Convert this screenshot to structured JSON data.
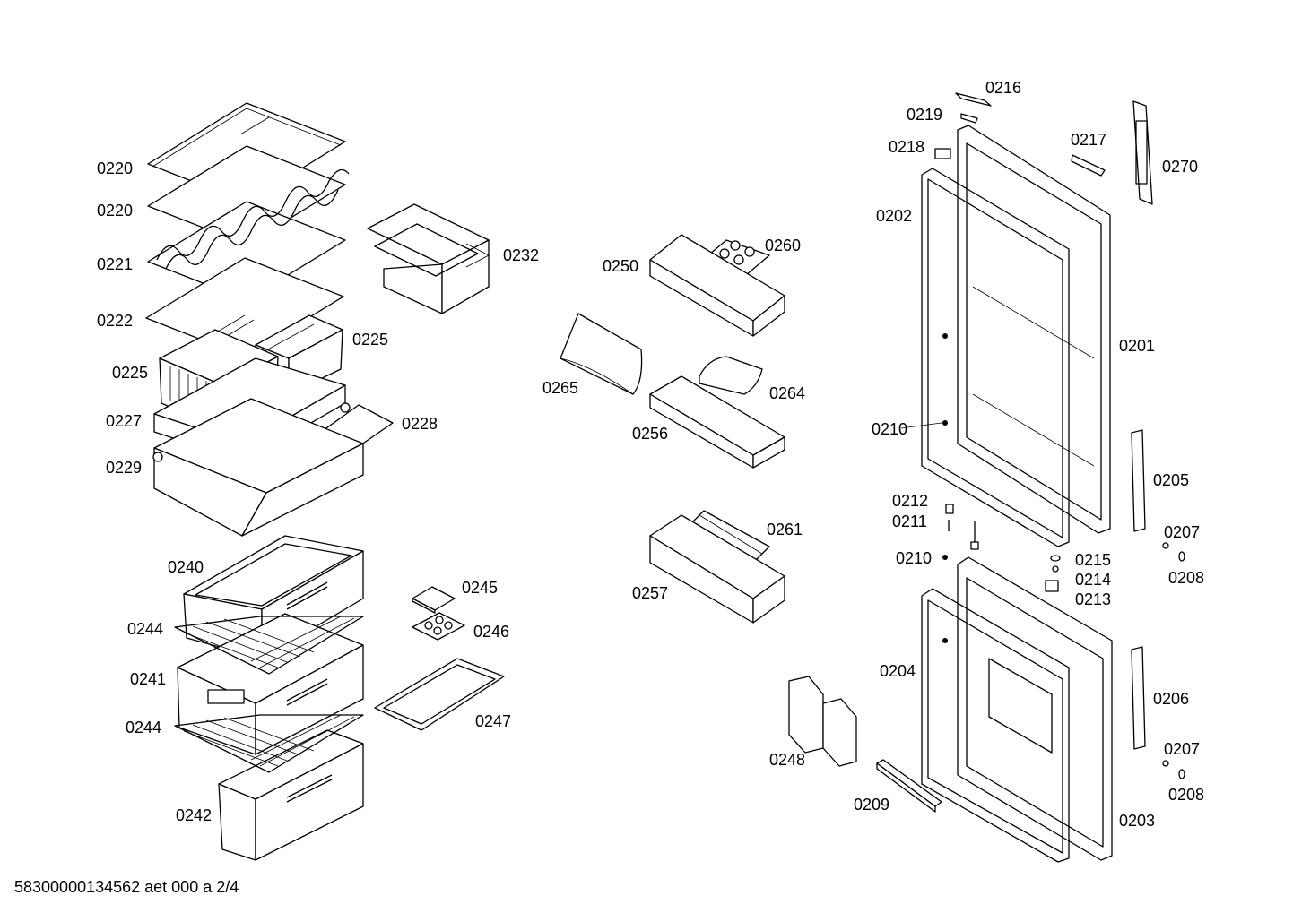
{
  "footer": {
    "code": "58300000134562 aet 000 a 2/4"
  },
  "labels": {
    "p0201": "0201",
    "p0202": "0202",
    "p0203": "0203",
    "p0204": "0204",
    "p0205": "0205",
    "p0206": "0206",
    "p0207a": "0207",
    "p0207b": "0207",
    "p0208a": "0208",
    "p0208b": "0208",
    "p0209": "0209",
    "p0210a": "0210",
    "p0210b": "0210",
    "p0211": "0211",
    "p0212": "0212",
    "p0213": "0213",
    "p0214": "0214",
    "p0215": "0215",
    "p0216": "0216",
    "p0217": "0217",
    "p0218": "0218",
    "p0219": "0219",
    "p0220a": "0220",
    "p0220b": "0220",
    "p0221": "0221",
    "p0222": "0222",
    "p0225a": "0225",
    "p0225b": "0225",
    "p0227": "0227",
    "p0228": "0228",
    "p0229": "0229",
    "p0232": "0232",
    "p0240": "0240",
    "p0241": "0241",
    "p0242": "0242",
    "p0244a": "0244",
    "p0244b": "0244",
    "p0245": "0245",
    "p0246": "0246",
    "p0247": "0247",
    "p0248": "0248",
    "p0250": "0250",
    "p0256": "0256",
    "p0257": "0257",
    "p0260": "0260",
    "p0261": "0261",
    "p0264": "0264",
    "p0265": "0265",
    "p0270": "0270"
  }
}
